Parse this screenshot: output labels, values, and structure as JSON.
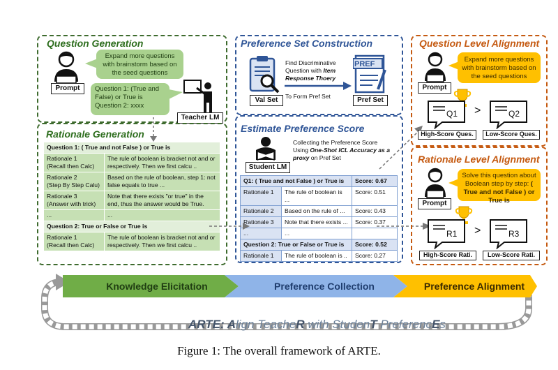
{
  "qgen": {
    "title": "Question Generation",
    "bubble": "Expand more questions with brainstorm based on the seed questions",
    "prompt_label": "Prompt",
    "teacher_bubble_1": "Question 1: (True and False) or True is",
    "teacher_bubble_2": "Question 2: xxxx",
    "teacher_label": "Teacher LM"
  },
  "rgen": {
    "title": "Rationale Generation",
    "q1": "Question 1: ( True and not False ) or True is",
    "rows": [
      {
        "name": "Rationale 1\n(Recall then Calc)",
        "text": "The rule of boolean is bracket not and or respectively. Then we first calcu .."
      },
      {
        "name": "Rationale 2\n(Step By Step Calu)",
        "text": "Based on the rule of boolean, step 1: not false equals to true ..."
      },
      {
        "name": "Rationale 3\n(Answer with trick)",
        "text": "Note that there exists \"or true\" in the end, thus the answer would be True."
      },
      {
        "name": "...",
        "text": "..."
      }
    ],
    "q2": "Question 2:  True or False or True is",
    "q2_row": {
      "name": "Rationale 1\n(Recall then Calc)",
      "text": "The rule of boolean is bracket not and or respectively. Then we first calcu .."
    }
  },
  "pset": {
    "title": "Preference Set Construction",
    "val_label": "Val Set",
    "pref_label": "Pref Set",
    "pref_icon": "PREF",
    "find_text_1": "Find Discriminative",
    "find_text_2": "Question with",
    "find_text_em": "Item Response Thoery",
    "form_text": "To Form Pref Set"
  },
  "est": {
    "title": "Estimate Preference Score",
    "collect_1": "Collecting the Preference Score",
    "collect_2": "Using",
    "collect_em": "One-Shot ICL Accuracy as a proxy",
    "collect_3": "on Pref Set",
    "student_label": "Student LM",
    "q1": "Q1: ( True and not False ) or True is",
    "q1_score": "Score: 0.67",
    "rows": [
      {
        "name": "Rationale 1",
        "text": "The rule of boolean is ...",
        "score": "Score: 0.51"
      },
      {
        "name": "Rationale 2",
        "text": "Based on the rule of ...",
        "score": "Score: 0.43"
      },
      {
        "name": "Rationale 3",
        "text": "Note that there exists ...",
        "score": "Score: 0.37"
      },
      {
        "name": "...",
        "text": "...",
        "score": ""
      }
    ],
    "q2": "Question 2:  True or False or True is",
    "q2_score": "Score: 0.52",
    "q2_row": {
      "name": "Rationale 1",
      "text": "The rule of boolean is ..",
      "score": "Score: 0.27"
    }
  },
  "qla": {
    "title": "Question Level Alignment",
    "bubble": "Expand more questions with brainstorm based on the seed questions",
    "prompt_label": "Prompt",
    "q1": "Q1",
    "q2": "Q2",
    "gt": ">",
    "high_label": "High-Score Ques.",
    "low_label": "Low-Score Ques."
  },
  "rla": {
    "title": "Rationale Level Alignment",
    "bubble_1": "Solve this question about Boolean step by step:",
    "bubble_em": "( True and not False ) or True is",
    "prompt_label": "Prompt",
    "r1": "R1",
    "r3": "R3",
    "gt": ">",
    "high_label": "High-Score Rati.",
    "low_label": "Low-Score Rati."
  },
  "bands": [
    "Knowledge Elicitation",
    "Preference Collection",
    "Preference Alignment"
  ],
  "arte": {
    "pre": "ARTE",
    "colon": ": ",
    "a": "A",
    "lign": "lign ",
    "teache": "Teache",
    "r": "R",
    "with": " with ",
    "studen": "Studen",
    "t": "T",
    "prefer": " Preferenc",
    "e": "E",
    "s": "s"
  },
  "caption": "Figure 1: The overall framework of ARTE.",
  "colors": {
    "green": "#3e6b2e",
    "blue": "#2f5597",
    "orange": "#c55a11",
    "band_green": "#70ad47",
    "band_blue": "#8fb4e8",
    "band_yellow": "#ffc000"
  }
}
